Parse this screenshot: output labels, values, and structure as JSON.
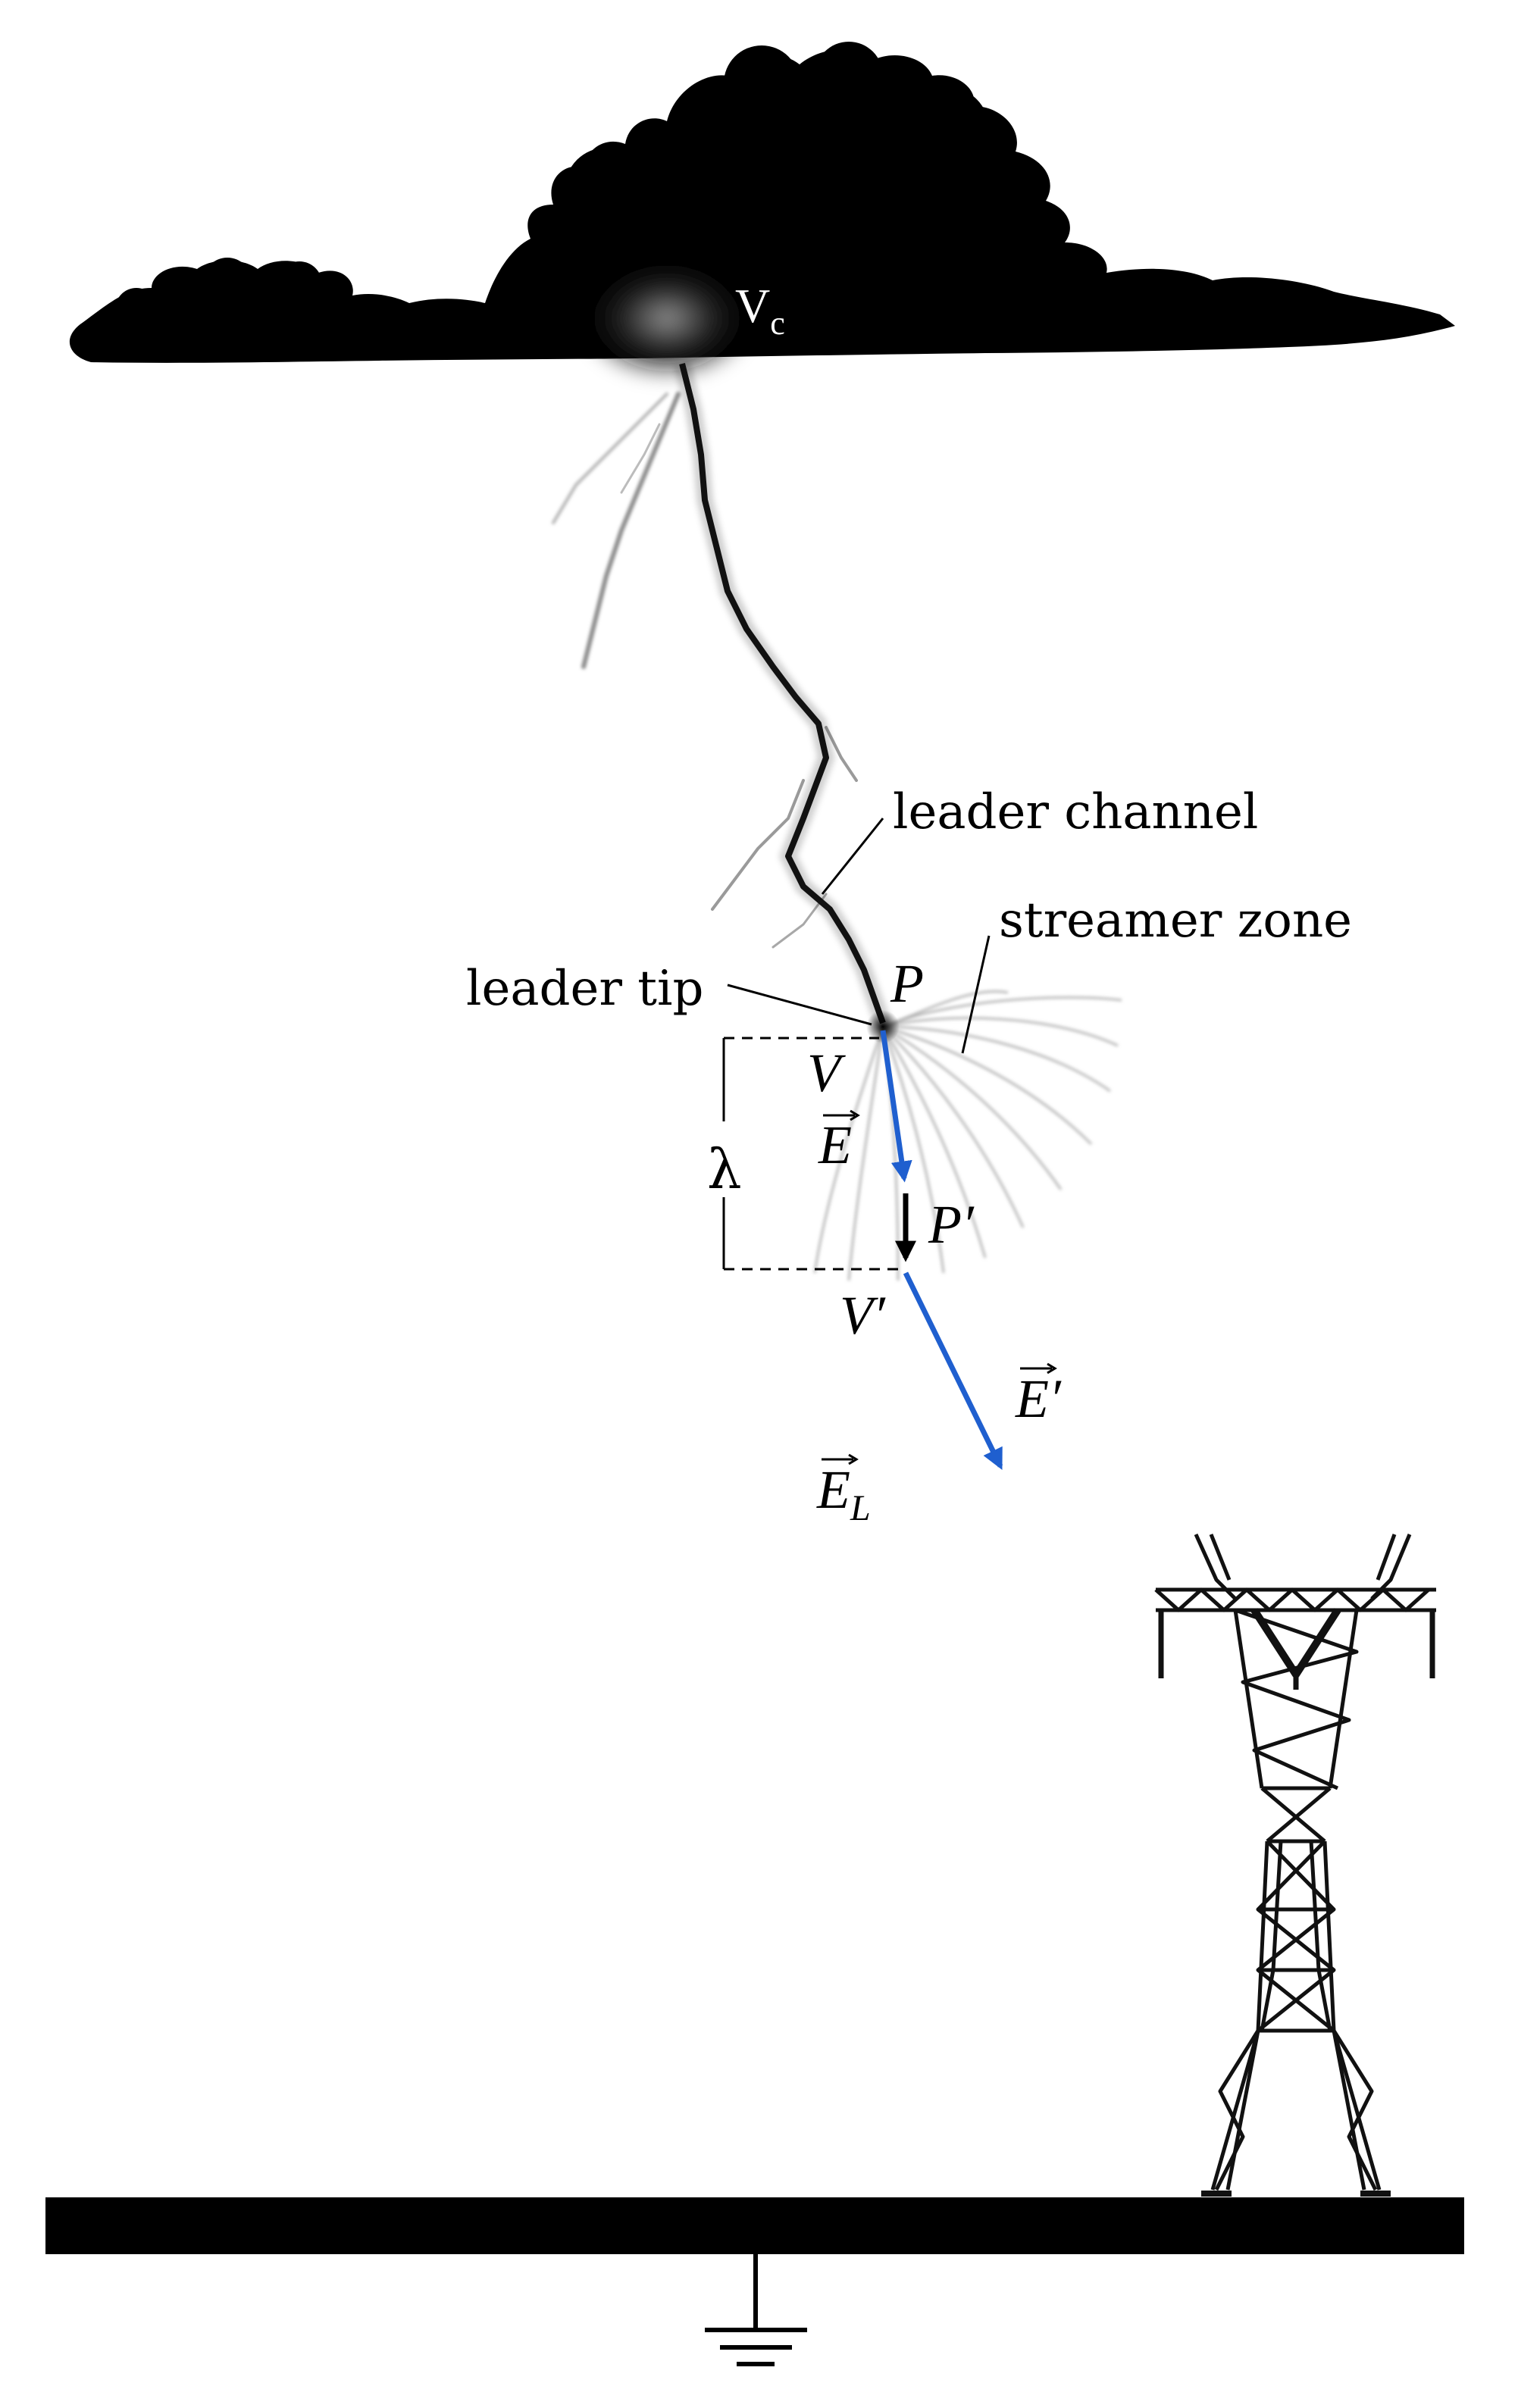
{
  "labels": {
    "cloud_potential": "V",
    "cloud_potential_sub": "c",
    "leader_channel": "leader channel",
    "streamer_zone": "streamer zone",
    "leader_tip": "leader tip",
    "point_p": "P",
    "point_p_prime": "P′",
    "potential_v": "V",
    "potential_v_prime": "V′",
    "field_e": "E",
    "field_e_prime": "E′",
    "field_el": "E",
    "field_el_sub": "L",
    "lambda": "λ"
  },
  "colors": {
    "field_arrow": "#1f5fcf",
    "cloud": "#000000",
    "ground": "#000000"
  }
}
